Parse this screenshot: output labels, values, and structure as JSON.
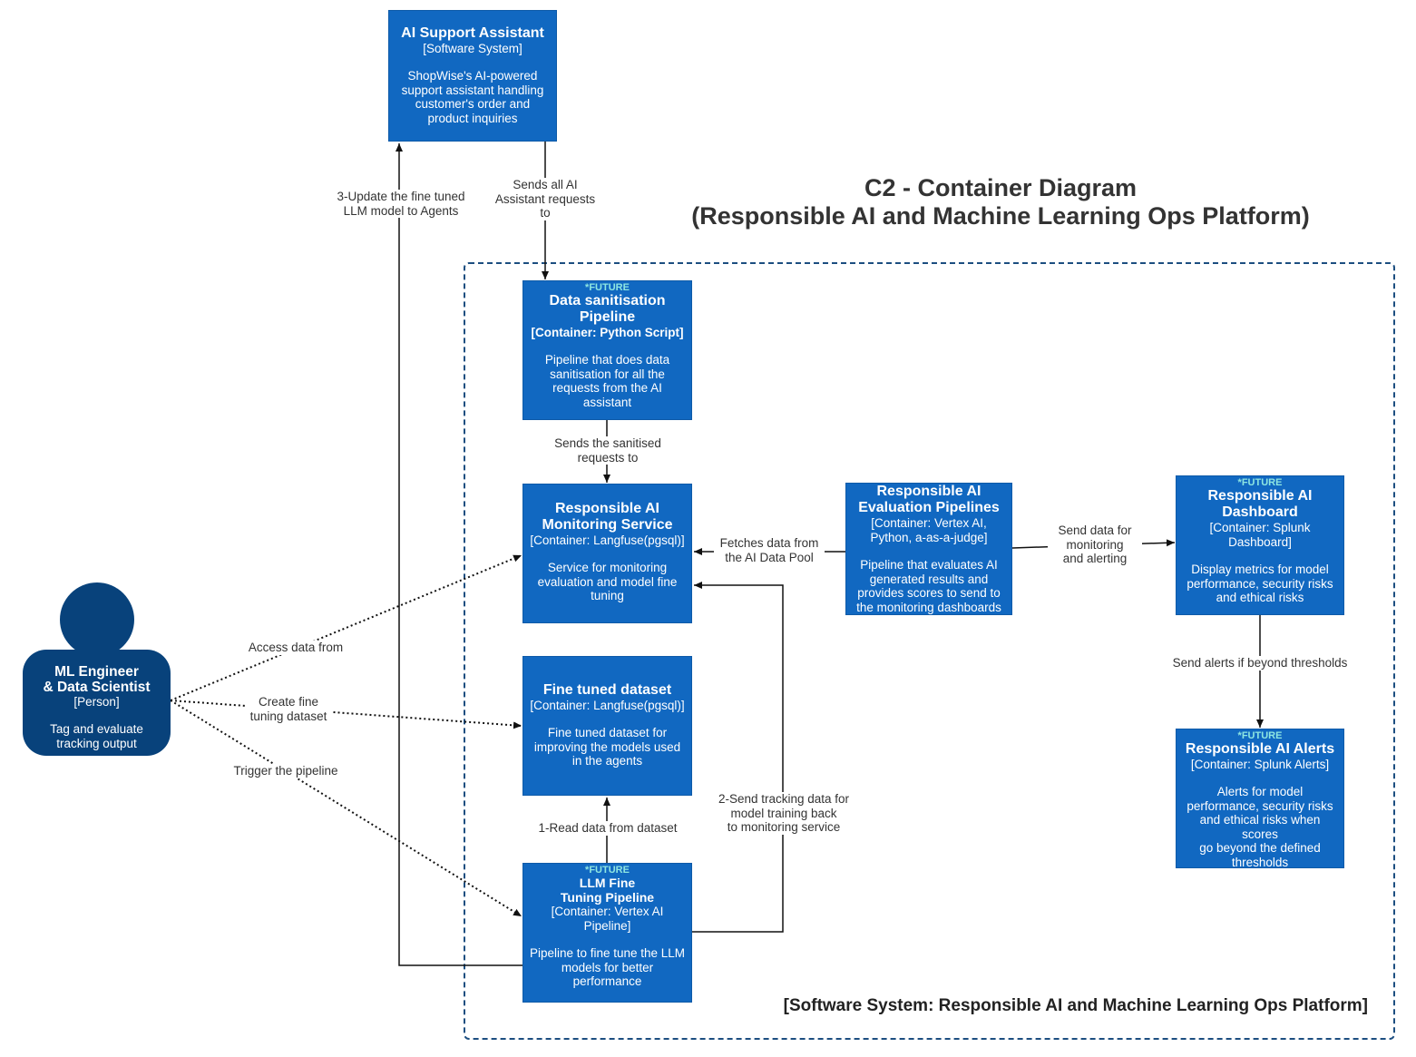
{
  "title": {
    "line1": "C2 - Container Diagram",
    "line2": "(Responsible AI and Machine Learning Ops Platform)"
  },
  "boundary_label": "[Software System: Responsible AI and Machine Learning Ops Platform]",
  "colors": {
    "container": "#1168c1",
    "person": "#08427b",
    "future_tag": "#8ee6e1",
    "boundary": "#1c4e80"
  },
  "person": {
    "name_line1": "ML Engineer",
    "name_line2": "& Data Scientist",
    "type": "[Person]",
    "desc_line1": "Tag and evaluate",
    "desc_line2": "tracking output"
  },
  "nodes": {
    "ai_support": {
      "name": "AI Support Assistant",
      "tech": "[Software System]",
      "desc": [
        "ShopWise's AI-powered",
        "support assistant handling",
        "customer's order and",
        "product inquiries"
      ]
    },
    "sanitisation": {
      "future": "*FUTURE",
      "name": [
        "Data sanitisation",
        "Pipeline"
      ],
      "tech": "[Container: Python Script]",
      "desc": [
        "Pipeline that does data",
        "sanitisation for all the",
        "requests from the AI",
        "assistant"
      ]
    },
    "monitoring": {
      "name": [
        "Responsible AI",
        "Monitoring Service"
      ],
      "tech": "[Container: Langfuse(pgsql)]",
      "desc": [
        "Service for monitoring",
        "evaluation and model fine",
        "tuning"
      ]
    },
    "dataset": {
      "name": [
        "Fine tuned dataset"
      ],
      "tech": "[Container: Langfuse(pgsql)]",
      "desc": [
        "Fine tuned dataset for",
        "improving the models used",
        "in the agents"
      ]
    },
    "llm": {
      "future": "*FUTURE",
      "name": [
        "LLM Fine",
        "Tuning Pipeline"
      ],
      "tech": [
        "[Container: Vertex AI",
        "Pipeline]"
      ],
      "desc": [
        "Pipeline to fine tune the LLM",
        "models for better",
        "performance"
      ]
    },
    "evaluation": {
      "name": [
        "Responsible AI",
        "Evaluation Pipelines"
      ],
      "tech": [
        "[Container: Vertex AI,",
        "Python, a-as-a-judge]"
      ],
      "desc": [
        "Pipeline that evaluates AI",
        "generated results and",
        "provides scores to send to",
        "the monitoring dashboards"
      ]
    },
    "dashboard": {
      "future": "*FUTURE",
      "name": [
        "Responsible AI",
        "Dashboard"
      ],
      "tech": [
        "[Container: Splunk",
        "Dashboard]"
      ],
      "desc": [
        "Display metrics for model",
        "performance, security risks",
        "and ethical risks"
      ]
    },
    "alerts": {
      "future": "*FUTURE",
      "name": [
        "Responsible AI Alerts"
      ],
      "tech": "[Container: Splunk Alerts]",
      "desc": [
        "Alerts  for model",
        "performance, security risks",
        "and ethical risks when scores",
        "go beyond the defined",
        "thresholds"
      ]
    }
  },
  "edges": {
    "sends_all": [
      "Sends all AI",
      "Assistant requests",
      "to"
    ],
    "update_model": [
      "3-Update the fine tuned",
      "LLM model to Agents"
    ],
    "sends_sanitised": [
      "Sends the sanitised",
      "requests to"
    ],
    "fetches": [
      "Fetches data from",
      "the AI Data Pool"
    ],
    "send_data": [
      "Send data for",
      "monitoring",
      "and alerting"
    ],
    "send_alerts": "Send alerts if beyond thresholds",
    "access": "Access data from",
    "create": [
      "Create fine",
      "tuning dataset"
    ],
    "trigger": "Trigger the pipeline",
    "read": "1-Read data from dataset",
    "send_tracking": [
      "2-Send tracking data for",
      "model training back",
      "to monitoring service"
    ]
  }
}
